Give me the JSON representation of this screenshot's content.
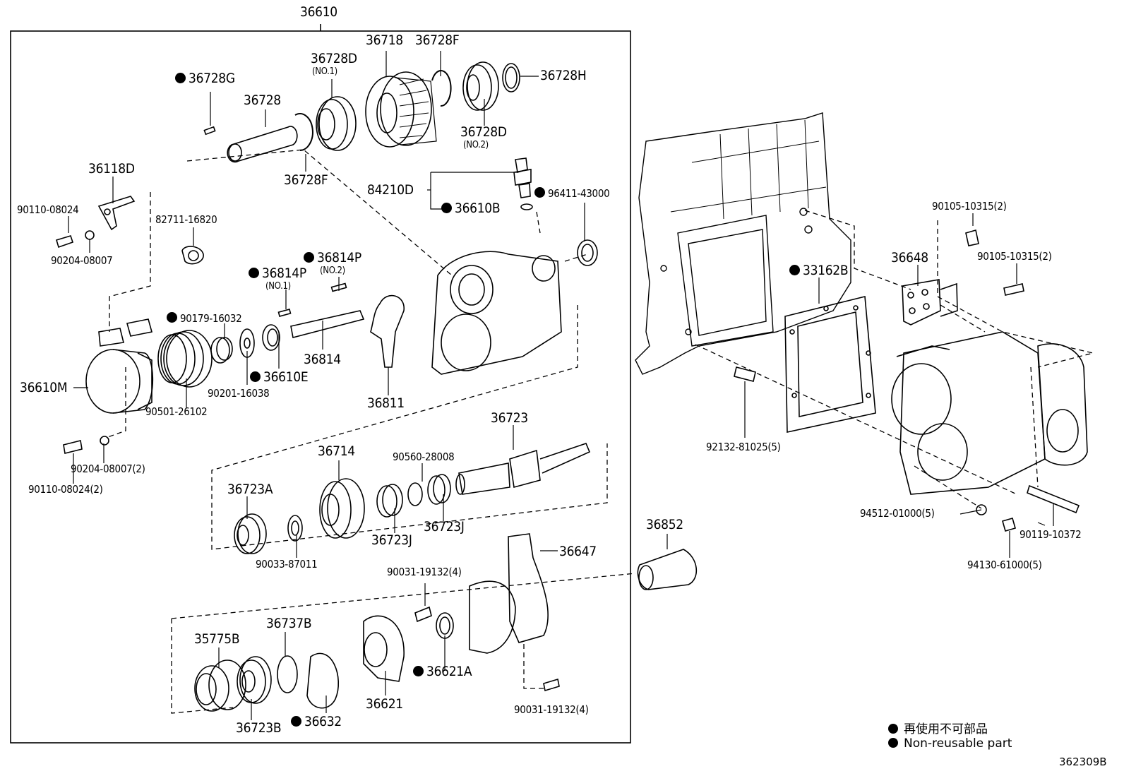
{
  "figure_number": "362309B",
  "parts": {
    "p36610": "36610",
    "p36718": "36718",
    "p36728F_a": "36728F",
    "p36728D_1": "36728D",
    "p36728D_1_note": "(NO.1)",
    "p36728H": "36728H",
    "p36728G": "36728G",
    "p36728": "36728",
    "p36728F_b": "36728F",
    "p36728D_2": "36728D",
    "p36728D_2_note": "(NO.2)",
    "p36118D": "36118D",
    "p84210D": "84210D",
    "p96411": "96411-43000",
    "p36610B": "36610B",
    "p90110_08024": "90110-08024",
    "p82711": "82711-16820",
    "p90204_08007": "90204-08007",
    "p36814P_2": "36814P",
    "p36814P_2_note": "(NO.2)",
    "p36814P_1": "36814P",
    "p36814P_1_note": "(NO.1)",
    "p90179": "90179-16032",
    "p36814": "36814",
    "p36610E": "36610E",
    "p90201": "90201-16038",
    "p36610M": "36610M",
    "p90501": "90501-26102",
    "p36811": "36811",
    "p90204_08007_2": "90204-08007(2)",
    "p90110_08024_2": "90110-08024(2)",
    "p36723": "36723",
    "p36714": "36714",
    "p90560": "90560-28008",
    "p36723A": "36723A",
    "p36723J_a": "36723J",
    "p36723J_b": "36723J",
    "p90033": "90033-87011",
    "p36852": "36852",
    "p36647": "36647",
    "p90031_a": "90031-19132(4)",
    "p36737B": "36737B",
    "p35775B": "35775B",
    "p36621A": "36621A",
    "p36621": "36621",
    "p36723B": "36723B",
    "p36632": "36632",
    "p90031_b": "90031-19132(4)",
    "p33162B": "33162B",
    "p36648": "36648",
    "p90105_a": "90105-10315(2)",
    "p90105_b": "90105-10315(2)",
    "p92132": "92132-81025(5)",
    "p94512": "94512-01000(5)",
    "p90119": "90119-10372",
    "p94130": "94130-61000(5)"
  },
  "legend": {
    "jp": "再使用不可部品",
    "en": "Non-reusable part"
  }
}
